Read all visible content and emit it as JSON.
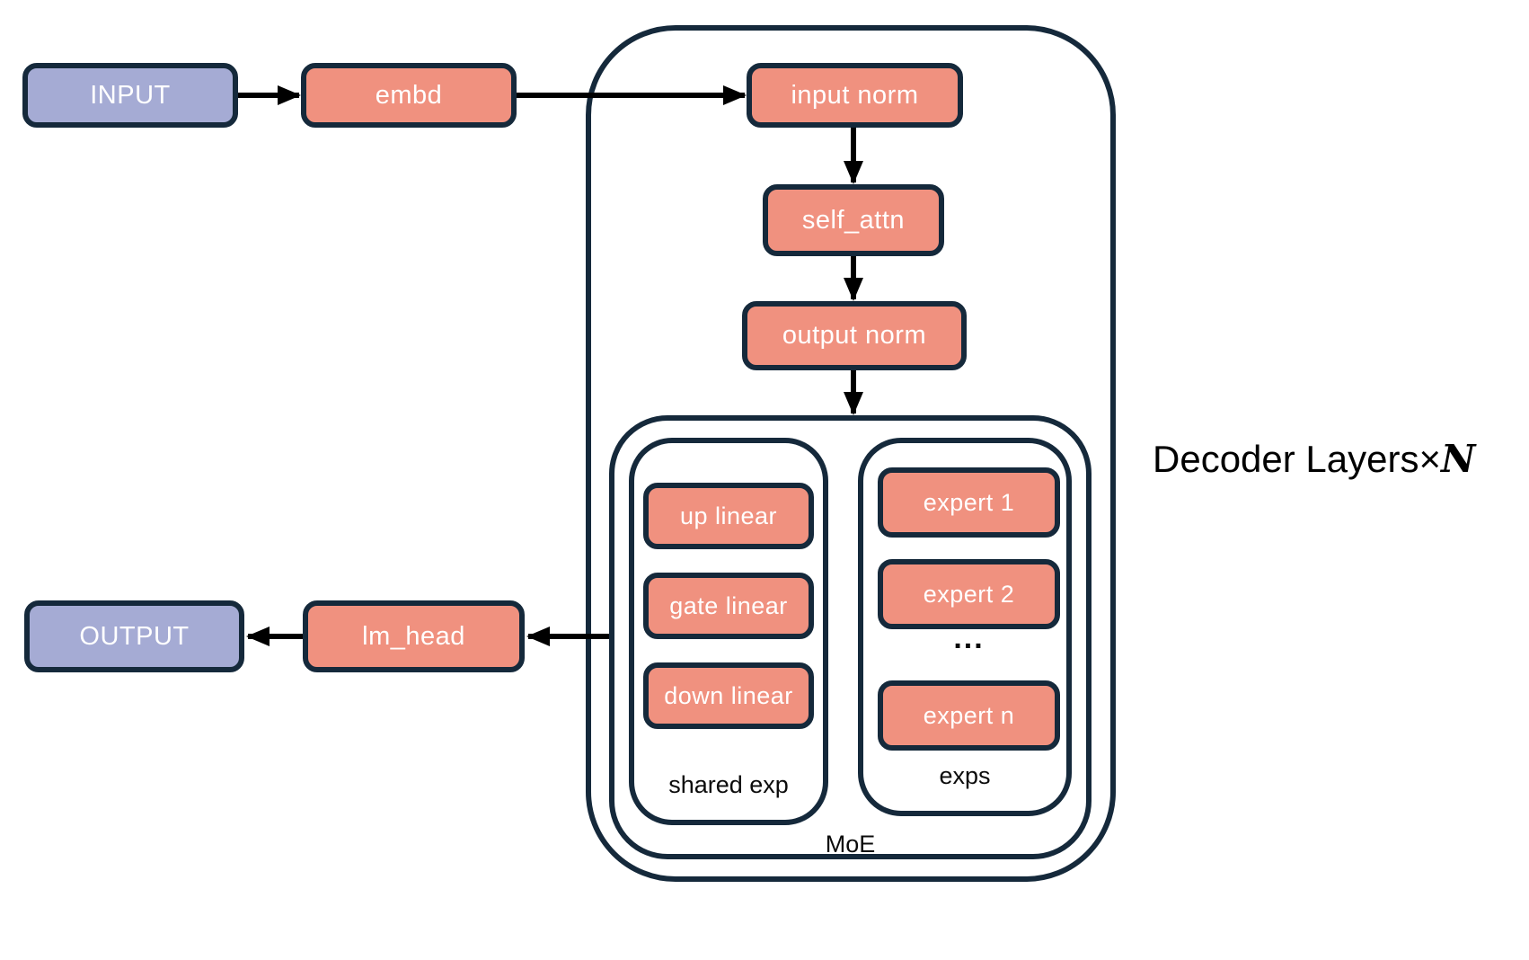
{
  "colors": {
    "io_fill": "#a5abd4",
    "block_fill": "#f0917f",
    "outline": "#15293b",
    "arrow": "#000000"
  },
  "io_nodes": {
    "input": "INPUT",
    "output": "OUTPUT"
  },
  "blocks": {
    "embd": "embd",
    "input_norm": "input norm",
    "self_attn": "self_attn",
    "output_norm": "output norm",
    "lm_head": "lm_head"
  },
  "moe": {
    "label": "MoE",
    "shared": {
      "label": "shared exp",
      "boxes": [
        "up linear",
        "gate linear",
        "down linear"
      ]
    },
    "experts": {
      "label": "exps",
      "boxes": [
        "expert 1",
        "expert 2",
        "expert n"
      ],
      "ellipsis": "..."
    }
  },
  "decoder": {
    "title_prefix": "Decoder Layers",
    "title_times": "×",
    "title_n": "N"
  }
}
